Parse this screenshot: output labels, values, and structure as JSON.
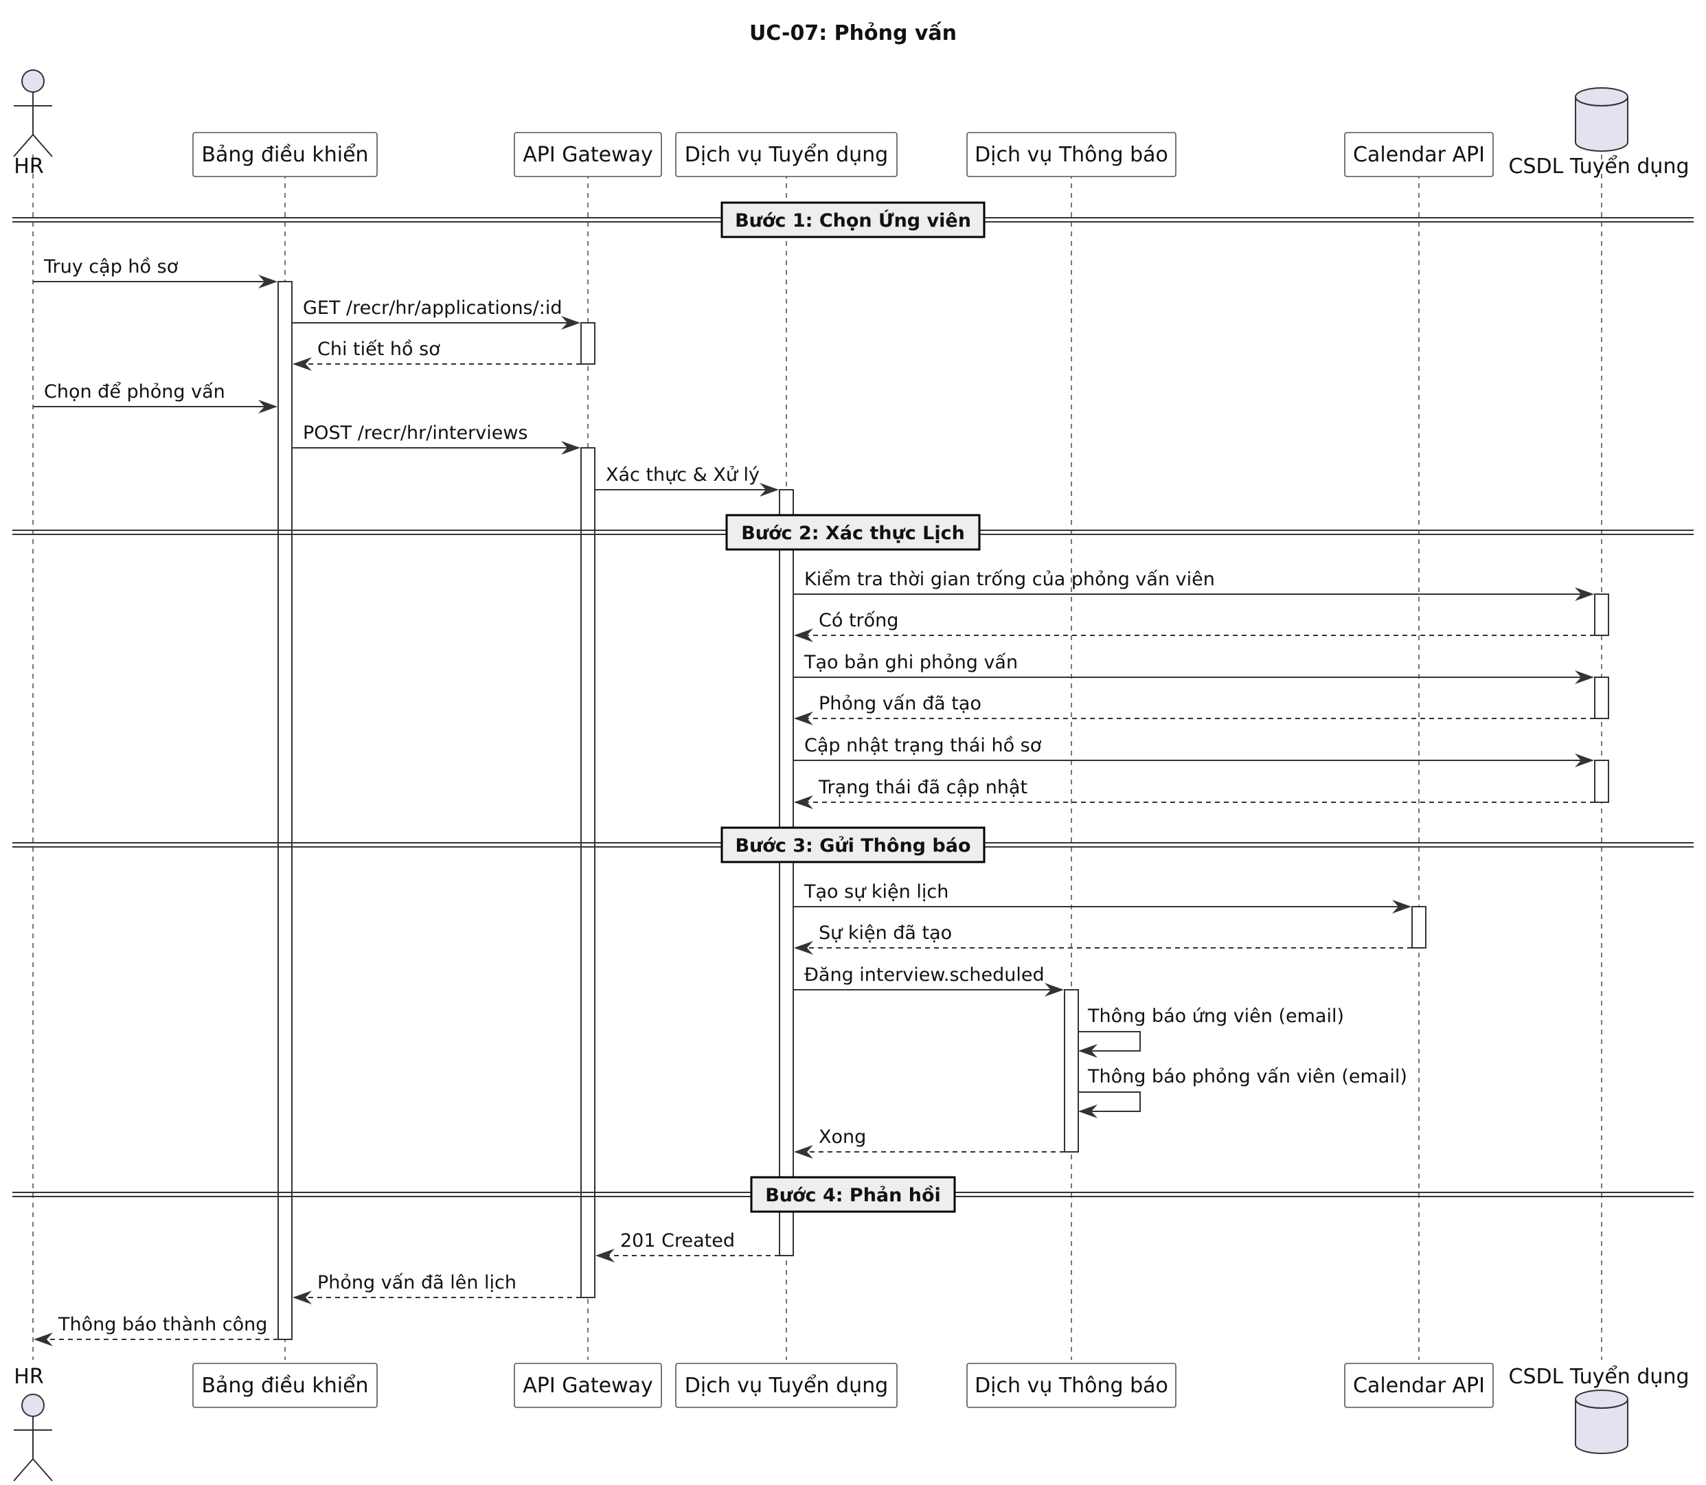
{
  "title": "UC-07: Phỏng vấn",
  "participants": [
    {
      "id": "hr",
      "label": "HR",
      "kind": "actor"
    },
    {
      "id": "dash",
      "label": "Bảng điều khiển",
      "kind": "box"
    },
    {
      "id": "gw",
      "label": "API Gateway",
      "kind": "box"
    },
    {
      "id": "recr",
      "label": "Dịch vụ Tuyển dụng",
      "kind": "box"
    },
    {
      "id": "notif",
      "label": "Dịch vụ Thông báo",
      "kind": "box"
    },
    {
      "id": "cal",
      "label": "Calendar API",
      "kind": "box"
    },
    {
      "id": "db",
      "label": "CSDL Tuyển dụng",
      "kind": "database"
    }
  ],
  "dividers": [
    {
      "label": "Bước 1: Chọn Ứng viên"
    },
    {
      "label": "Bước 2: Xác thực Lịch"
    },
    {
      "label": "Bước 3: Gửi Thông báo"
    },
    {
      "label": "Bước 4: Phản hồi"
    }
  ],
  "messages": [
    {
      "from": "hr",
      "to": "dash",
      "label": "Truy cập hồ sơ",
      "style": "solid"
    },
    {
      "from": "dash",
      "to": "gw",
      "label": "GET /recr/hr/applications/:id",
      "style": "solid"
    },
    {
      "from": "gw",
      "to": "dash",
      "label": "Chi tiết hồ sơ",
      "style": "dashed"
    },
    {
      "from": "hr",
      "to": "dash",
      "label": "Chọn để phỏng vấn",
      "style": "solid"
    },
    {
      "from": "dash",
      "to": "gw",
      "label": "POST /recr/hr/interviews",
      "style": "solid"
    },
    {
      "from": "gw",
      "to": "recr",
      "label": "Xác thực & Xử lý",
      "style": "solid"
    },
    {
      "from": "recr",
      "to": "db",
      "label": "Kiểm tra thời gian trống của phỏng vấn viên",
      "style": "solid"
    },
    {
      "from": "db",
      "to": "recr",
      "label": "Có trống",
      "style": "dashed"
    },
    {
      "from": "recr",
      "to": "db",
      "label": "Tạo bản ghi phỏng vấn",
      "style": "solid"
    },
    {
      "from": "db",
      "to": "recr",
      "label": "Phỏng vấn đã tạo",
      "style": "dashed"
    },
    {
      "from": "recr",
      "to": "db",
      "label": "Cập nhật trạng thái hồ sơ",
      "style": "solid"
    },
    {
      "from": "db",
      "to": "recr",
      "label": "Trạng thái đã cập nhật",
      "style": "dashed"
    },
    {
      "from": "recr",
      "to": "cal",
      "label": "Tạo sự kiện lịch",
      "style": "solid"
    },
    {
      "from": "cal",
      "to": "recr",
      "label": "Sự kiện đã tạo",
      "style": "dashed"
    },
    {
      "from": "recr",
      "to": "notif",
      "label": "Đăng interview.scheduled",
      "style": "solid"
    },
    {
      "from": "notif",
      "to": "notif",
      "label": "Thông báo ứng viên (email)",
      "style": "self"
    },
    {
      "from": "notif",
      "to": "notif",
      "label": "Thông báo phỏng vấn viên (email)",
      "style": "self"
    },
    {
      "from": "notif",
      "to": "recr",
      "label": "Xong",
      "style": "dashed"
    },
    {
      "from": "recr",
      "to": "gw",
      "label": "201 Created",
      "style": "dashed"
    },
    {
      "from": "gw",
      "to": "dash",
      "label": "Phỏng vấn đã lên lịch",
      "style": "dashed"
    },
    {
      "from": "dash",
      "to": "hr",
      "label": "Thông báo thành công",
      "style": "dashed"
    }
  ],
  "colors": {
    "line": "#333333",
    "participant_fill": "#ffffff",
    "participant_border": "#555555",
    "actor_fill": "#e2e2f0",
    "divider_fill": "#eeeeee",
    "activation_fill": "#ffffff"
  }
}
